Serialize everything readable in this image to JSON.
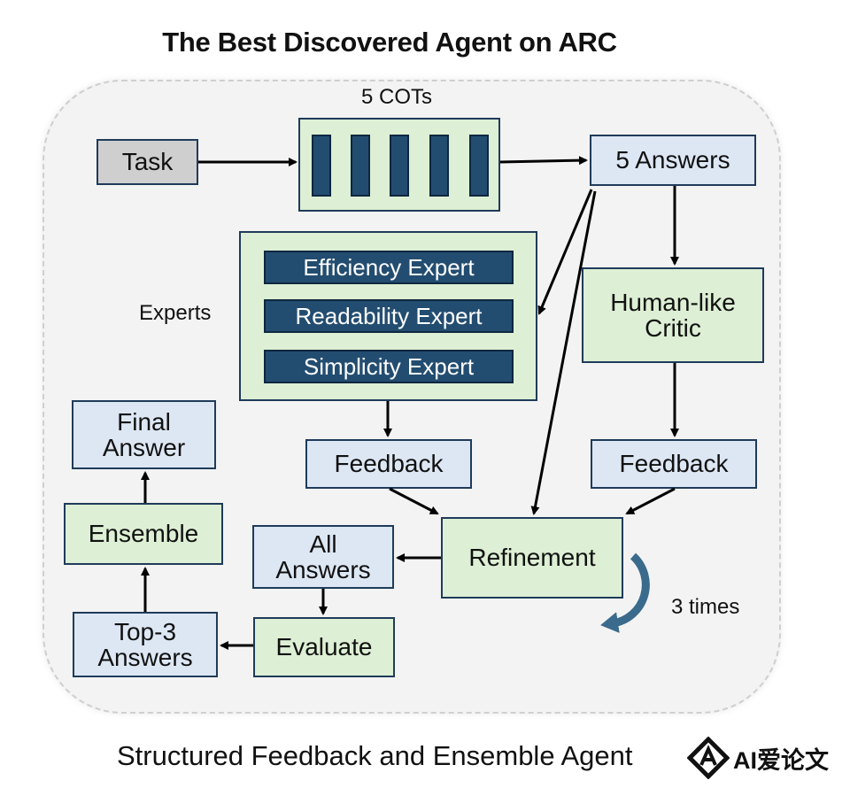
{
  "title": "The Best Discovered Agent on ARC",
  "cots_label": "5 COTs",
  "nodes": {
    "task": "Task",
    "answers5": "5 Answers",
    "experts_label": "Experts",
    "experts": [
      "Efficiency Expert",
      "Readability Expert",
      "Simplicity Expert"
    ],
    "critic": "Human-like Critic",
    "feedback_experts": "Feedback",
    "feedback_critic": "Feedback",
    "refinement": "Refinement",
    "all_answers": "All Answers",
    "evaluate": "Evaluate",
    "top3": "Top-3 Answers",
    "ensemble": "Ensemble",
    "final_answer": "Final Answer"
  },
  "loop_label": "3 times",
  "caption": "Structured Feedback and Ensemble Agent",
  "watermark": "AI爱论文",
  "colors": {
    "blue_box": "#dde7f4",
    "green_box": "#ddefd4",
    "gray_box": "#cfcfcf",
    "expert_fill": "#234d70",
    "loop_arrow": "#3a6a8c"
  }
}
